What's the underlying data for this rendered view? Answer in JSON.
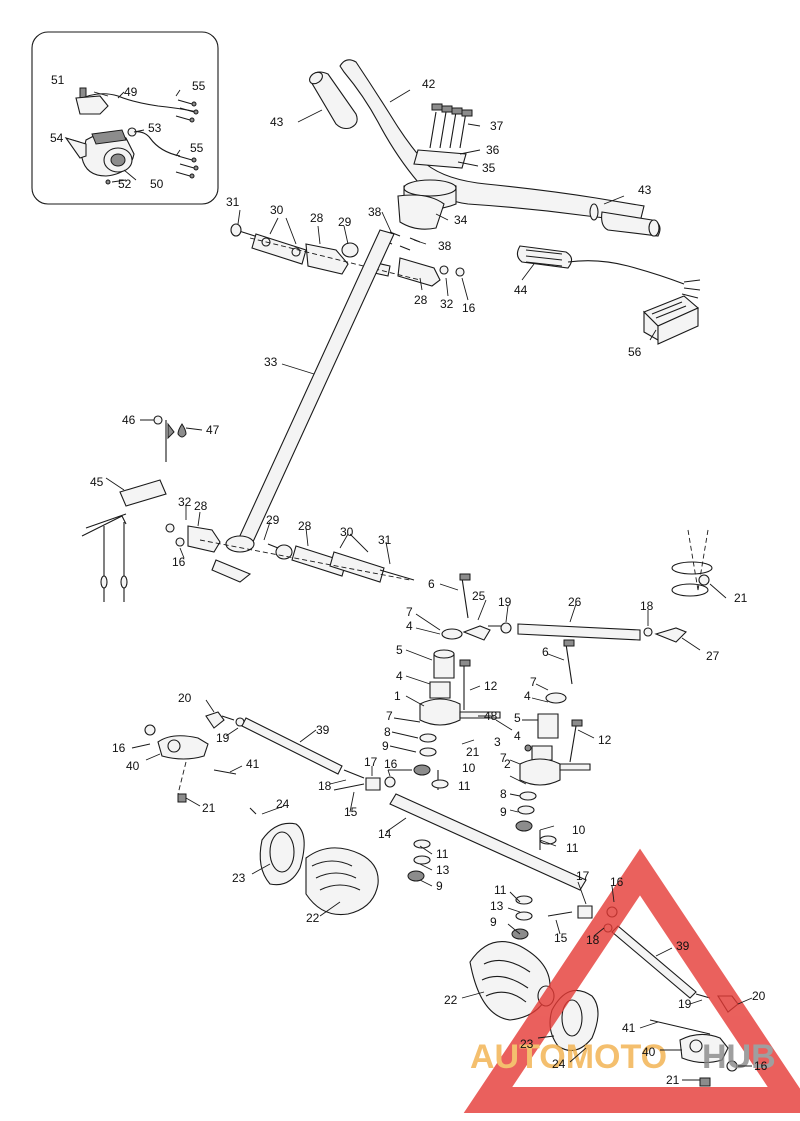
{
  "labels": [
    {
      "id": "l51",
      "text": "51"
    },
    {
      "id": "l49",
      "text": "49"
    },
    {
      "id": "l55a",
      "text": "55"
    },
    {
      "id": "l53",
      "text": "53"
    },
    {
      "id": "l54",
      "text": "54"
    },
    {
      "id": "l55b",
      "text": "55"
    },
    {
      "id": "l52",
      "text": "52"
    },
    {
      "id": "l50",
      "text": "50"
    },
    {
      "id": "l42",
      "text": "42"
    },
    {
      "id": "l43a",
      "text": "43"
    },
    {
      "id": "l37",
      "text": "37"
    },
    {
      "id": "l36",
      "text": "36"
    },
    {
      "id": "l35",
      "text": "35"
    },
    {
      "id": "l43b",
      "text": "43"
    },
    {
      "id": "l31a",
      "text": "31"
    },
    {
      "id": "l30a",
      "text": "30"
    },
    {
      "id": "l28a",
      "text": "28"
    },
    {
      "id": "l29a",
      "text": "29"
    },
    {
      "id": "l38a",
      "text": "38"
    },
    {
      "id": "l34",
      "text": "34"
    },
    {
      "id": "l38b",
      "text": "38"
    },
    {
      "id": "l28b",
      "text": "28"
    },
    {
      "id": "l32a",
      "text": "32"
    },
    {
      "id": "l16a",
      "text": "16"
    },
    {
      "id": "l44",
      "text": "44"
    },
    {
      "id": "l56",
      "text": "56"
    },
    {
      "id": "l33",
      "text": "33"
    },
    {
      "id": "l46",
      "text": "46"
    },
    {
      "id": "l47",
      "text": "47"
    },
    {
      "id": "l45",
      "text": "45"
    },
    {
      "id": "l32b",
      "text": "32"
    },
    {
      "id": "l28c",
      "text": "28"
    },
    {
      "id": "l29b",
      "text": "29"
    },
    {
      "id": "l28d",
      "text": "28"
    },
    {
      "id": "l30b",
      "text": "30"
    },
    {
      "id": "l16b",
      "text": "16"
    },
    {
      "id": "l31b",
      "text": "31"
    },
    {
      "id": "l6a",
      "text": "6"
    },
    {
      "id": "l25",
      "text": "25"
    },
    {
      "id": "l19a",
      "text": "19"
    },
    {
      "id": "l26",
      "text": "26"
    },
    {
      "id": "l18a",
      "text": "18"
    },
    {
      "id": "l21a",
      "text": "21"
    },
    {
      "id": "l27",
      "text": "27"
    },
    {
      "id": "l7a",
      "text": "7"
    },
    {
      "id": "l4a",
      "text": "4"
    },
    {
      "id": "l5a",
      "text": "5"
    },
    {
      "id": "l4b",
      "text": "4"
    },
    {
      "id": "l12a",
      "text": "12"
    },
    {
      "id": "l6b",
      "text": "6"
    },
    {
      "id": "l7b",
      "text": "7"
    },
    {
      "id": "l4c",
      "text": "4"
    },
    {
      "id": "l5b",
      "text": "5"
    },
    {
      "id": "l1",
      "text": "1"
    },
    {
      "id": "l7c",
      "text": "7"
    },
    {
      "id": "l8a",
      "text": "8"
    },
    {
      "id": "l9a",
      "text": "9"
    },
    {
      "id": "l48",
      "text": "48"
    },
    {
      "id": "l3",
      "text": "3"
    },
    {
      "id": "l21b",
      "text": "21"
    },
    {
      "id": "l10a",
      "text": "10"
    },
    {
      "id": "l11a",
      "text": "11"
    },
    {
      "id": "l4d",
      "text": "4"
    },
    {
      "id": "l7d",
      "text": "7"
    },
    {
      "id": "l2",
      "text": "2"
    },
    {
      "id": "l8b",
      "text": "8"
    },
    {
      "id": "l9b",
      "text": "9"
    },
    {
      "id": "l10b",
      "text": "10"
    },
    {
      "id": "l11b",
      "text": "11"
    },
    {
      "id": "l12b",
      "text": "12"
    },
    {
      "id": "l20a",
      "text": "20"
    },
    {
      "id": "l19b",
      "text": "19"
    },
    {
      "id": "l39a",
      "text": "39"
    },
    {
      "id": "l16c",
      "text": "16"
    },
    {
      "id": "l40a",
      "text": "40"
    },
    {
      "id": "l41a",
      "text": "41"
    },
    {
      "id": "l21c",
      "text": "21"
    },
    {
      "id": "l17a",
      "text": "17"
    },
    {
      "id": "l16d",
      "text": "16"
    },
    {
      "id": "l18b",
      "text": "18"
    },
    {
      "id": "l15a",
      "text": "15"
    },
    {
      "id": "l24a",
      "text": "24"
    },
    {
      "id": "l14",
      "text": "14"
    },
    {
      "id": "l23a",
      "text": "23"
    },
    {
      "id": "l22a",
      "text": "22"
    },
    {
      "id": "l11c",
      "text": "11"
    },
    {
      "id": "l13a",
      "text": "13"
    },
    {
      "id": "l9c",
      "text": "9"
    },
    {
      "id": "l11d",
      "text": "11"
    },
    {
      "id": "l13b",
      "text": "13"
    },
    {
      "id": "l9d",
      "text": "9"
    },
    {
      "id": "l17b",
      "text": "17"
    },
    {
      "id": "l16e",
      "text": "16"
    },
    {
      "id": "l15b",
      "text": "15"
    },
    {
      "id": "l18c",
      "text": "18"
    },
    {
      "id": "l39b",
      "text": "39"
    },
    {
      "id": "l22b",
      "text": "22"
    },
    {
      "id": "l20b",
      "text": "20"
    },
    {
      "id": "l19c",
      "text": "19"
    },
    {
      "id": "l41b",
      "text": "41"
    },
    {
      "id": "l23b",
      "text": "23"
    },
    {
      "id": "l40b",
      "text": "40"
    },
    {
      "id": "l24b",
      "text": "24"
    },
    {
      "id": "l21d",
      "text": "21"
    },
    {
      "id": "l16f",
      "text": "16"
    }
  ],
  "watermark": {
    "part1": "AUTOMOTO",
    "part2": "HUB",
    "color_text": "#f2b04a",
    "color_text2": "#888888",
    "color_triangle": "#e53935"
  }
}
